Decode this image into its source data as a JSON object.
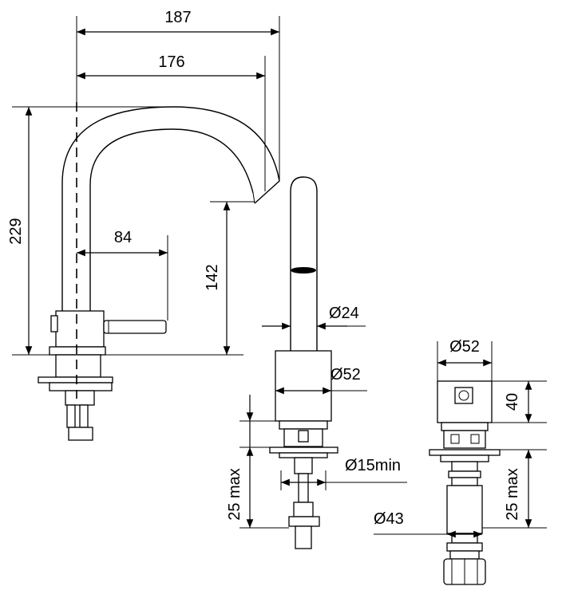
{
  "dimensions": {
    "overall_reach": "187",
    "spout_reach": "176",
    "total_height": "229",
    "spout_outlet_height": "142",
    "handle_offset": "84",
    "spout_diameter": "Ø24",
    "base_diameter_front": "Ø52",
    "hole_min_diameter": "Ø15min",
    "max_deck_left": "25 max",
    "side_body_diameter": "Ø52",
    "side_body_height": "40",
    "side_thread_diameter": "Ø43",
    "max_deck_right": "25 max"
  }
}
